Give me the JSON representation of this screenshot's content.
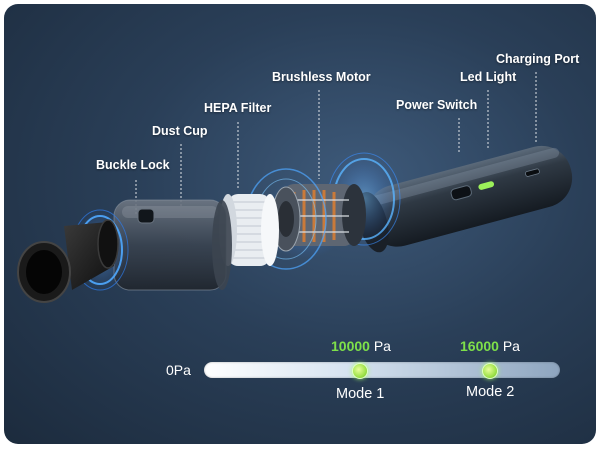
{
  "labels": {
    "buckle_lock": "Buckle Lock",
    "dust_cup": "Dust Cup",
    "hepa_filter": "HEPA Filter",
    "brushless_motor": "Brushless Motor",
    "power_switch": "Power Switch",
    "led_light": "Led Light",
    "charging_port": "Charging Port"
  },
  "slider": {
    "start_label": "0Pa",
    "modes": [
      {
        "value": "10000",
        "unit": "Pa",
        "name": "Mode 1"
      },
      {
        "value": "16000",
        "unit": "Pa",
        "name": "Mode 2"
      }
    ]
  },
  "colors": {
    "background": "#2a3f58",
    "accent_green": "#7ee04a",
    "glow_blue": "#4fa8ff"
  }
}
